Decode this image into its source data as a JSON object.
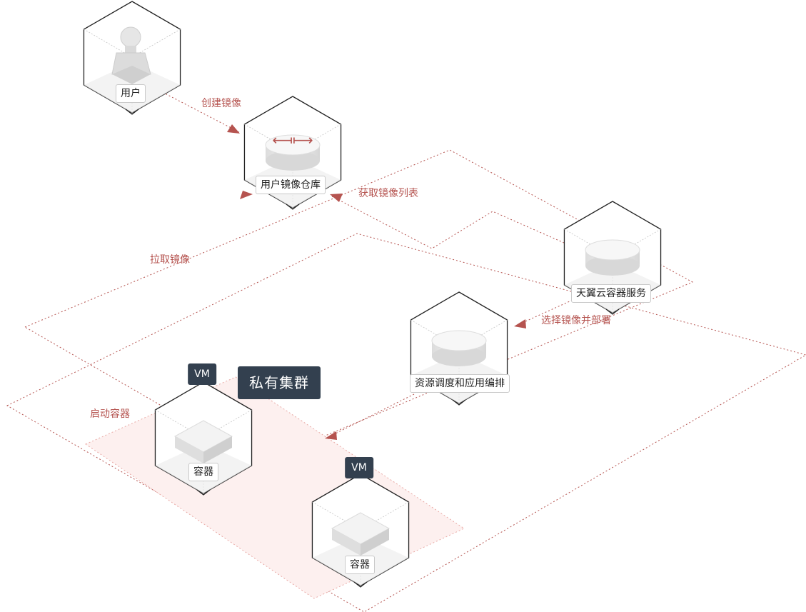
{
  "nodes": {
    "user": {
      "label": "用户",
      "icon": "user-icon"
    },
    "user_registry": {
      "label": "用户镜像仓库",
      "icon": "registry-icon"
    },
    "container_service": {
      "label": "天翼云容器服务",
      "icon": "cylinder-icon"
    },
    "scheduler": {
      "label": "资源调度和应用编排",
      "icon": "cylinder-icon"
    },
    "container_1": {
      "label": "容器",
      "vm": "VM",
      "icon": "box-icon"
    },
    "container_2": {
      "label": "容器",
      "vm": "VM",
      "icon": "box-icon"
    }
  },
  "edges": {
    "create_image": "创建镜像",
    "get_image_list": "获取镜像列表",
    "pull_image": "拉取镜像",
    "select_deploy": "选择镜像并部署",
    "start_container": "启动容器"
  },
  "cluster": {
    "title": "私有集群"
  },
  "colors": {
    "accent": "#b5534f",
    "badge_bg": "#33404f",
    "zone_fill": "#fdf0ef",
    "hex_stroke": "#222222"
  }
}
